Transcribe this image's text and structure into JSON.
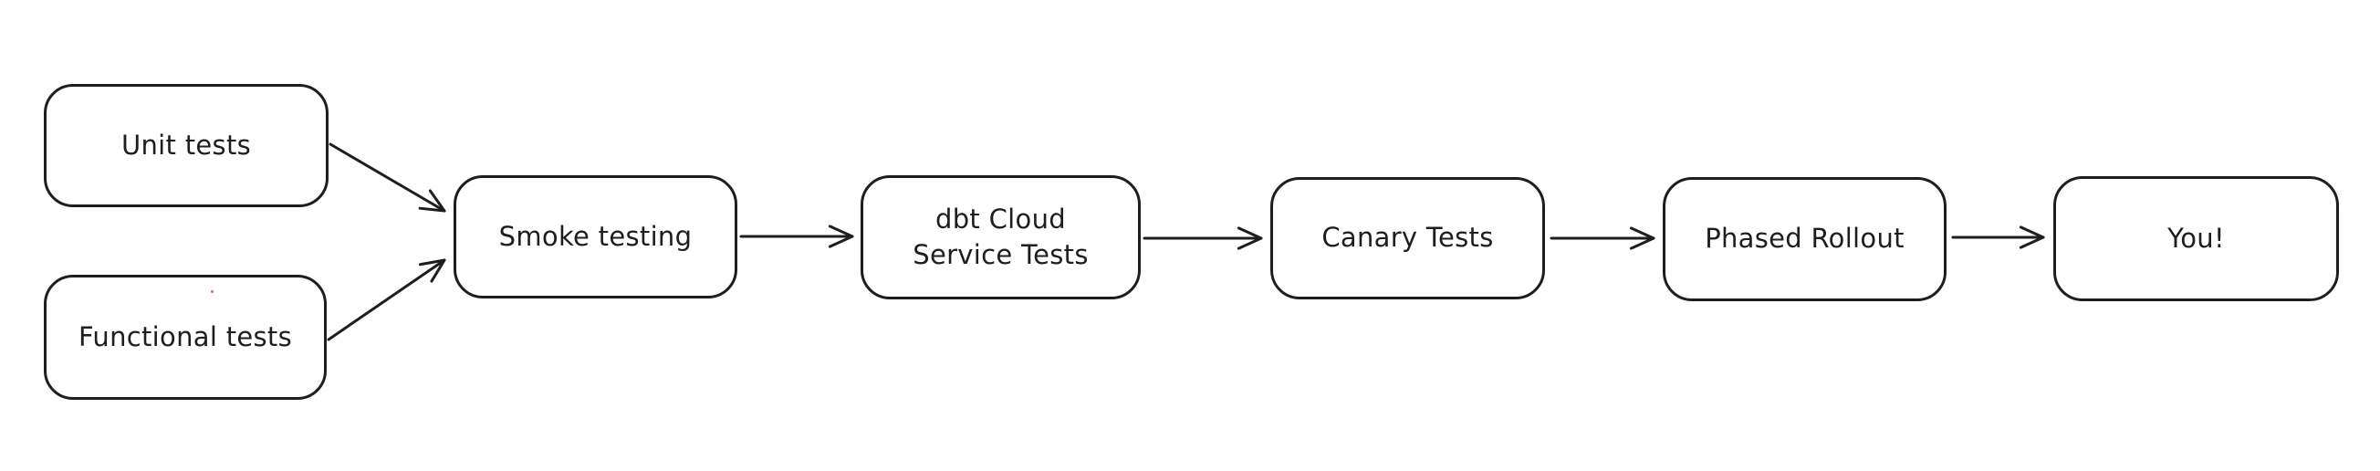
{
  "diagram": {
    "background_color": "#ffffff",
    "stroke_color": "#1e1e1e",
    "nodes": [
      {
        "id": "unit-tests",
        "label": "Unit tests"
      },
      {
        "id": "functional-tests",
        "label": "Functional tests"
      },
      {
        "id": "smoke-testing",
        "label": "Smoke testing"
      },
      {
        "id": "dbt-cloud-service-tests",
        "label": "dbt Cloud\nService Tests"
      },
      {
        "id": "canary-tests",
        "label": "Canary Tests"
      },
      {
        "id": "phased-rollout",
        "label": "Phased Rollout"
      },
      {
        "id": "you",
        "label": "You!"
      }
    ],
    "edges": [
      {
        "from": "unit-tests",
        "to": "smoke-testing"
      },
      {
        "from": "functional-tests",
        "to": "smoke-testing"
      },
      {
        "from": "smoke-testing",
        "to": "dbt-cloud-service-tests"
      },
      {
        "from": "dbt-cloud-service-tests",
        "to": "canary-tests"
      },
      {
        "from": "canary-tests",
        "to": "phased-rollout"
      },
      {
        "from": "phased-rollout",
        "to": "you"
      }
    ]
  }
}
